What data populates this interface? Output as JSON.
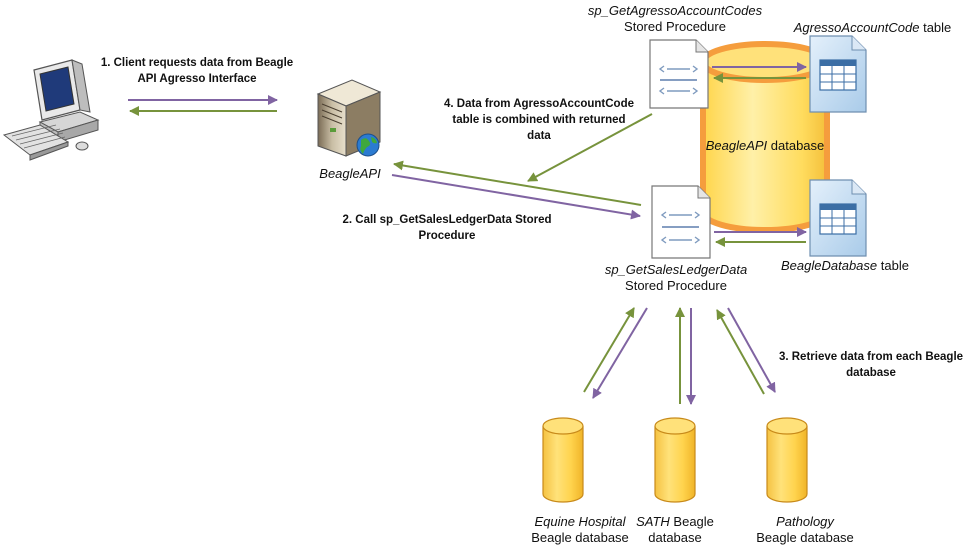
{
  "steps": {
    "step1": {
      "line1": "1. Client requests data from Beagle",
      "line2": "API Agresso Interface"
    },
    "step2": {
      "line1": "2. Call sp_GetSalesLedgerData Stored",
      "line2": "Procedure"
    },
    "step3": {
      "line1": "3. Retrieve data from each Beagle",
      "line2": "database"
    },
    "step4": {
      "line1": "4. Data from AgressoAccountCode",
      "line2": "table is combined with returned",
      "line3": "data"
    }
  },
  "nodes": {
    "server": {
      "label": "BeagleAPI"
    },
    "sp_codes": {
      "name": "sp_GetAgressoAccountCodes",
      "type": "Stored Procedure"
    },
    "sp_sales": {
      "name": "sp_GetSalesLedgerData",
      "type": "Stored Procedure"
    },
    "main_db": {
      "name": "BeagleAPI",
      "suffix": " database"
    },
    "table_codes": {
      "name": "AgressoAccountCode",
      "suffix": " table"
    },
    "table_dbs": {
      "name": "BeagleDatabase",
      "suffix": " table"
    },
    "db_equine": {
      "name": "Equine Hospital",
      "line2": "Beagle database"
    },
    "db_sath": {
      "name": "SATH",
      "name_suffix": " Beagle",
      "line2": "database"
    },
    "db_pathology": {
      "name": "Pathology",
      "line2": "Beagle database"
    }
  },
  "colors": {
    "request_arrow": "#8064a2",
    "response_arrow": "#77933c",
    "db_fill": "#ffd966",
    "db_stroke": "#f59d3d",
    "table_fill": "#bdd7ee"
  }
}
